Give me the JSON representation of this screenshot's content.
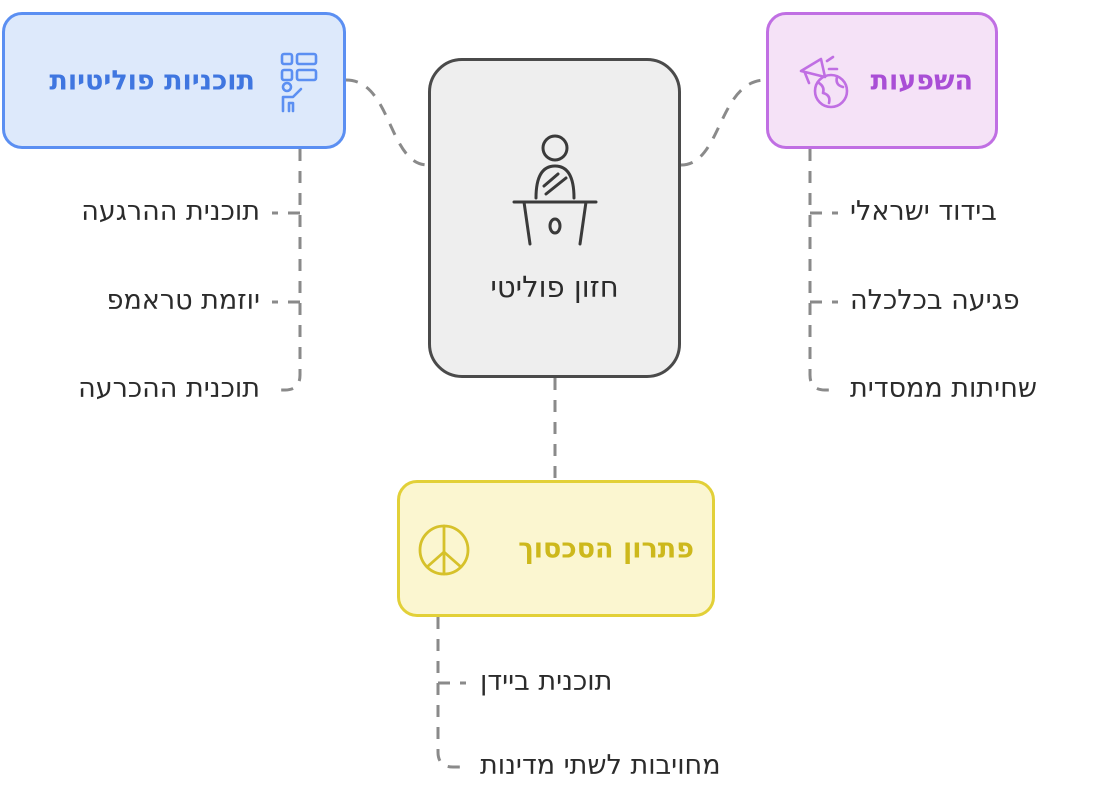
{
  "center": {
    "title": "חזון פוליטי",
    "icon": "speaker-podium-icon"
  },
  "branches": {
    "policy": {
      "title": "תוכניות פוליטיות",
      "icon": "plan-list-icon",
      "color": "#5b8ff2",
      "items": [
        "תוכנית ההרגעה",
        "יוזמת טראמפ",
        "תוכנית ההכרעה"
      ]
    },
    "impacts": {
      "title": "השפעות",
      "icon": "globe-megaphone-icon",
      "color": "#c06fe3",
      "items": [
        "בידוד ישראלי",
        "פגיעה בכלכלה",
        "שחיתות ממסדית"
      ]
    },
    "resolution": {
      "title": "פתרון הסכסוך",
      "icon": "peace-icon",
      "color": "#e2d038",
      "items": [
        "תוכנית ביידן",
        "מחויבות לשתי מדינות"
      ]
    }
  }
}
